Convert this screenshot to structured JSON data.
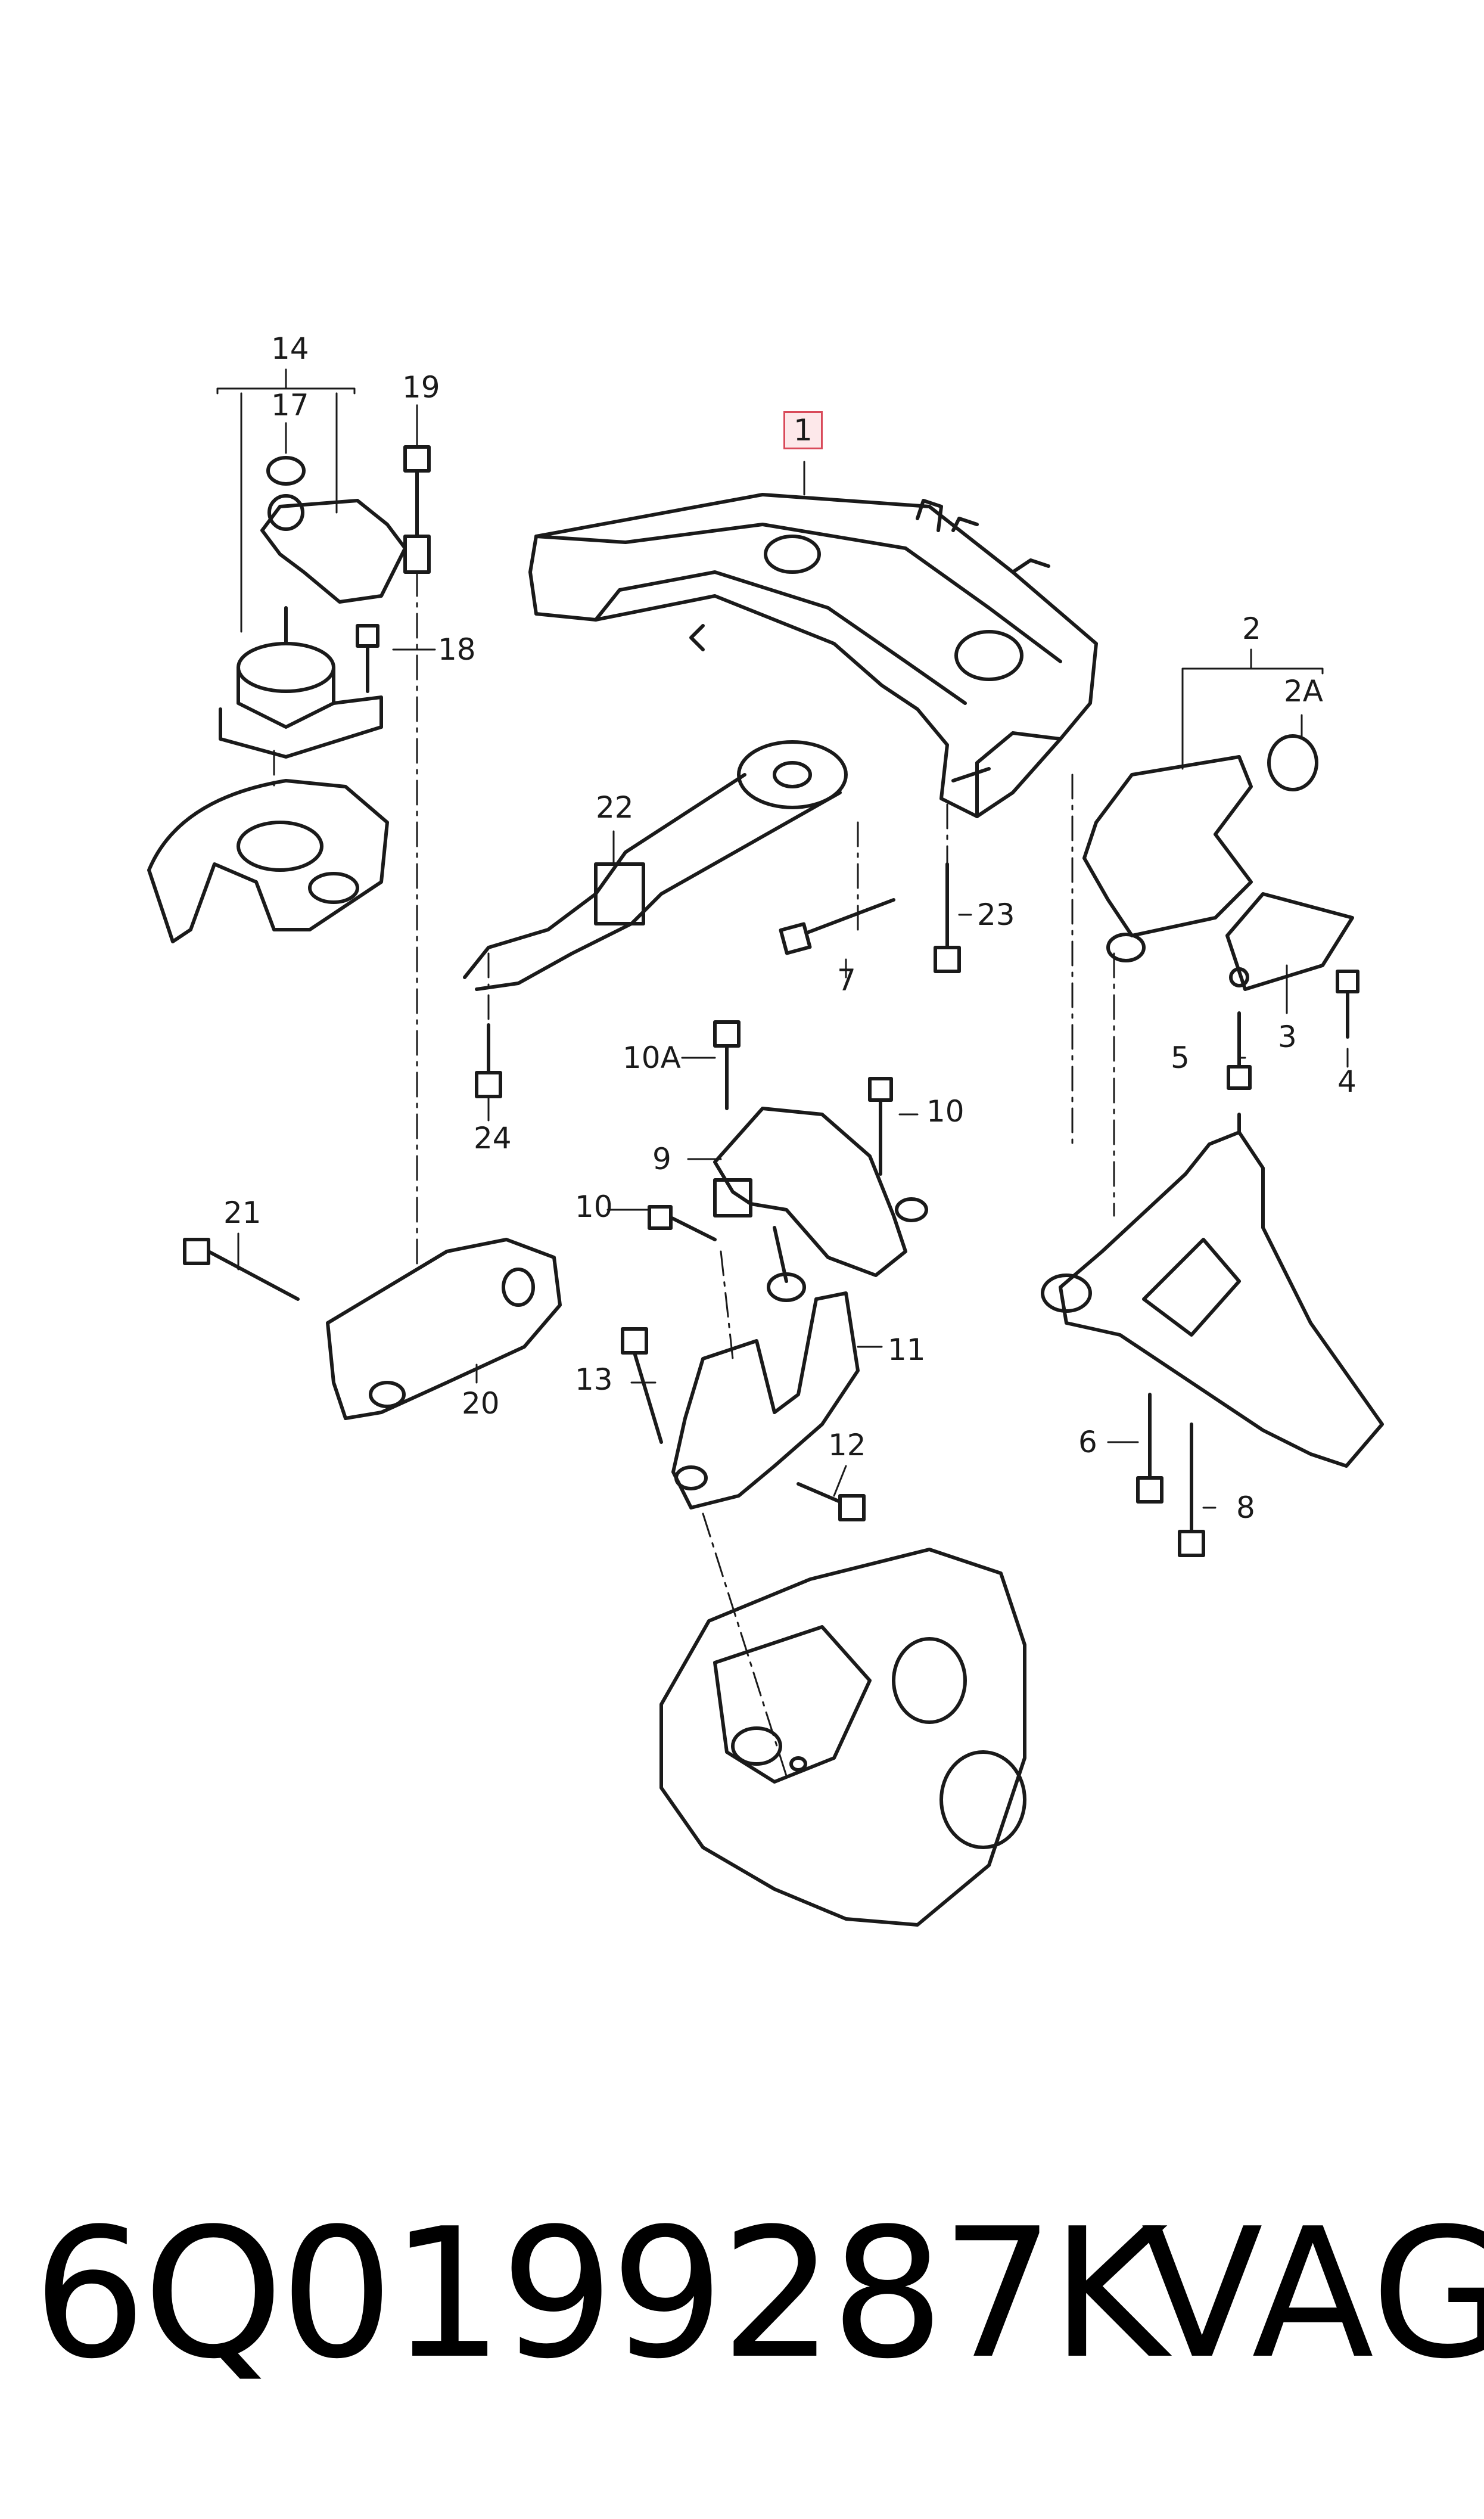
{
  "callouts": [
    {
      "id": "c1",
      "text": "1"
    },
    {
      "id": "c2",
      "text": "2"
    },
    {
      "id": "c2a",
      "text": "2A"
    },
    {
      "id": "c3",
      "text": "3"
    },
    {
      "id": "c4",
      "text": "4"
    },
    {
      "id": "c5",
      "text": "5"
    },
    {
      "id": "c6",
      "text": "6"
    },
    {
      "id": "c7",
      "text": "7"
    },
    {
      "id": "c8",
      "text": "8"
    },
    {
      "id": "c9",
      "text": "9"
    },
    {
      "id": "c10a",
      "text": "10A"
    },
    {
      "id": "c10r",
      "text": "10"
    },
    {
      "id": "c10l",
      "text": "10"
    },
    {
      "id": "c11",
      "text": "11"
    },
    {
      "id": "c12",
      "text": "12"
    },
    {
      "id": "c13",
      "text": "13"
    },
    {
      "id": "c14",
      "text": "14"
    },
    {
      "id": "c17",
      "text": "17"
    },
    {
      "id": "c18",
      "text": "18"
    },
    {
      "id": "c19",
      "text": "19"
    },
    {
      "id": "c20",
      "text": "20"
    },
    {
      "id": "c21",
      "text": "21"
    },
    {
      "id": "c22",
      "text": "22"
    },
    {
      "id": "c23",
      "text": "23"
    },
    {
      "id": "c24",
      "text": "24"
    }
  ],
  "footer": {
    "part_number": "6Q0199287K",
    "brand": "VAG"
  },
  "highlight_color": "#d94a5a",
  "line_color": "#1a1a1a"
}
